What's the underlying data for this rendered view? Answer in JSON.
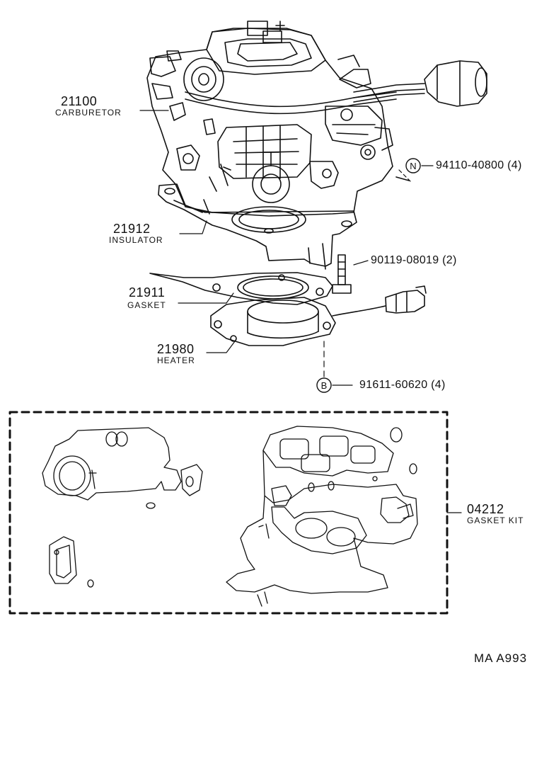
{
  "labels": {
    "carburetor": {
      "part_no": "21100",
      "name": "CARBURETOR"
    },
    "insulator": {
      "part_no": "21912",
      "name": "INSULATOR"
    },
    "gasket": {
      "part_no": "21911",
      "name": "GASKET"
    },
    "heater": {
      "part_no": "21980",
      "name": "HEATER"
    },
    "gasket_kit": {
      "part_no": "04212",
      "name": "GASKET KIT"
    }
  },
  "fasteners": {
    "nut": {
      "symbol": "N",
      "part_ref": "94110-40800 (4)"
    },
    "bolt": {
      "part_ref": "90119-08019 (2)"
    },
    "washer": {
      "symbol": "B",
      "part_ref": "91611-60620 (4)"
    }
  },
  "diagram_code": "MA  A993"
}
